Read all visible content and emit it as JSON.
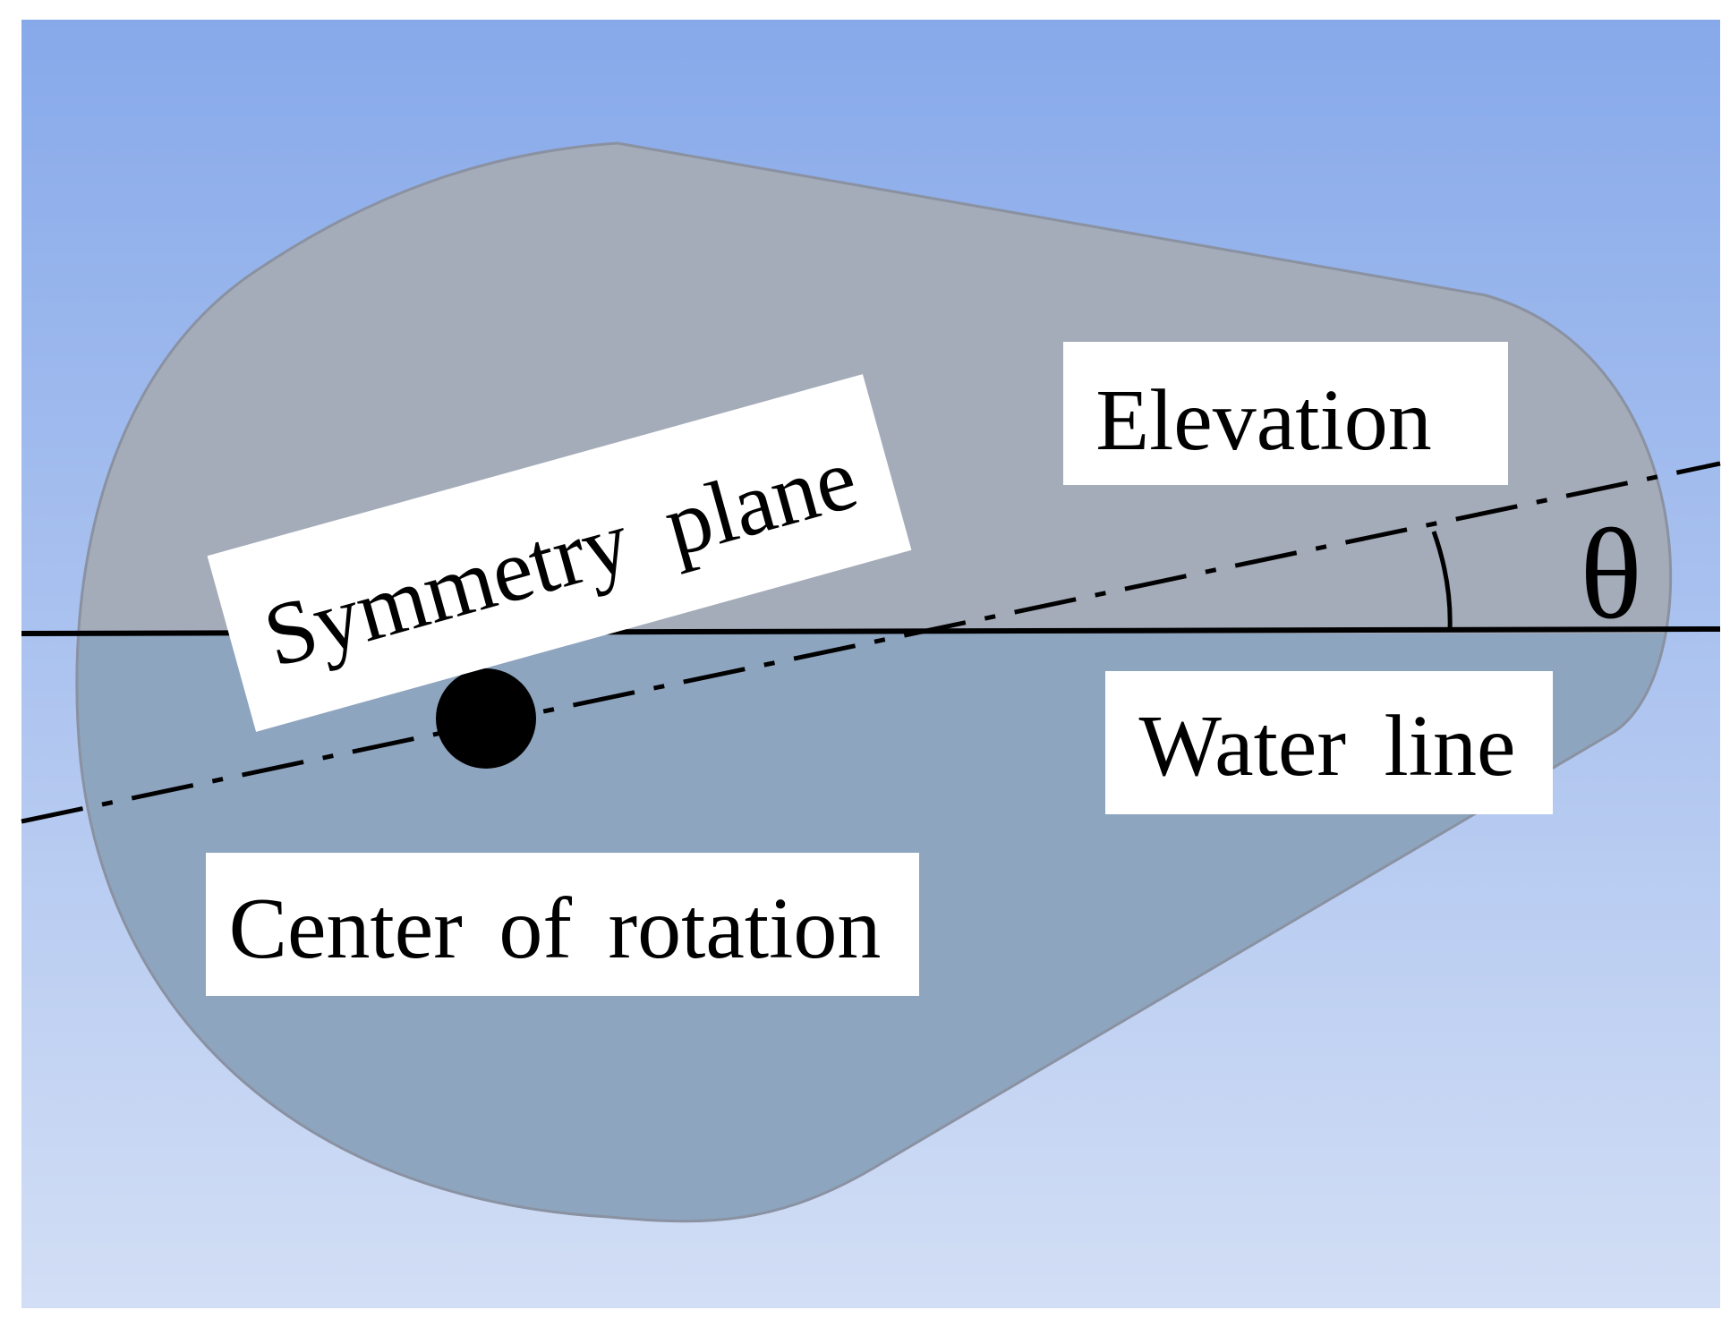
{
  "labels": {
    "symmetry_plane": "Symmetry plane",
    "elevation": "Elevation",
    "angle": "θ",
    "water_line": "Water line",
    "center_of_rotation": "Center of rotation"
  },
  "colors": {
    "sky_top": "#87a9ea",
    "sky_bottom": "#d2def5",
    "hull_above_water": "#a4abb9",
    "hull_below_water": "#8ea5bf",
    "hull_outline": "#8a92a2",
    "label_box": "#ffffff",
    "line": "#000000"
  }
}
